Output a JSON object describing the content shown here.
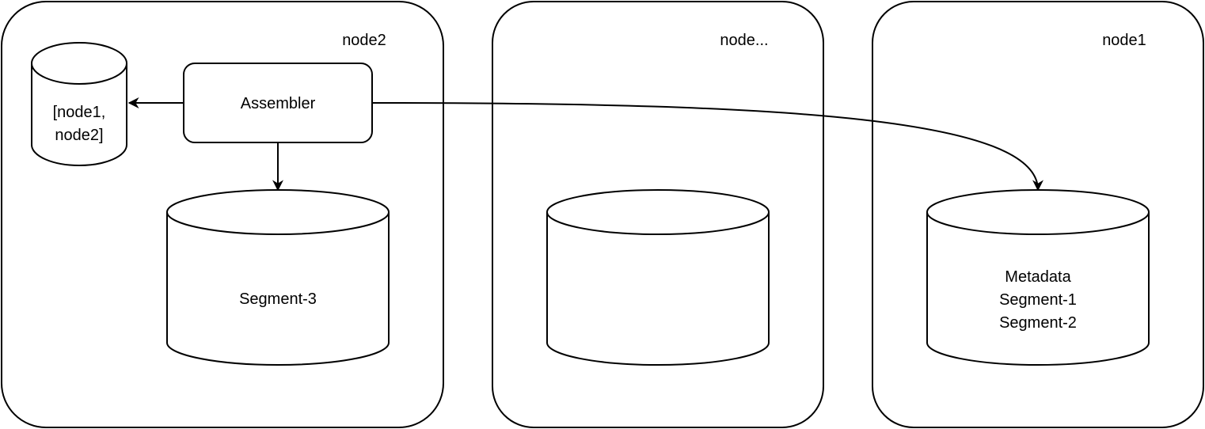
{
  "nodes": {
    "node2": {
      "title": "node2"
    },
    "node_more": {
      "title": "node..."
    },
    "node1": {
      "title": "node1"
    }
  },
  "assembler": {
    "label": "Assembler"
  },
  "node_list_store": {
    "line1": "[node1,",
    "line2": "node2]"
  },
  "segment3_store": {
    "label": "Segment-3"
  },
  "node1_store": {
    "line1": "Metadata",
    "line2": "Segment-1",
    "line3": "Segment-2"
  },
  "colors": {
    "stroke": "#000000",
    "fill": "#ffffff"
  }
}
